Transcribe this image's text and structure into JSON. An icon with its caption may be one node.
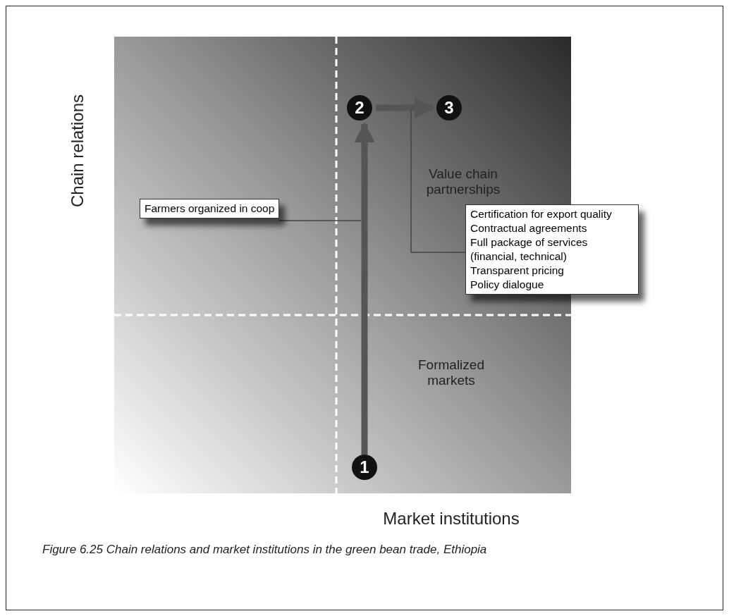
{
  "diagram": {
    "caption": "Figure 6.25  Chain relations and market institutions in the green bean trade, Ethiopia",
    "nodes": [
      {
        "text": [
          "1"
        ]
      },
      {
        "text": [
          "2"
        ]
      },
      {
        "text": [
          "3"
        ]
      },
      {
        "text": [
          "Farmers organized in coop"
        ]
      },
      {
        "text": [
          "Certification for export quality",
          "Contractual agreements",
          "Full package of services (financial, technical)",
          "Transparent pricing",
          "Policy dialogue"
        ]
      }
    ],
    "edges": [
      {
        "from": 0,
        "to": 1,
        "arrow": "to",
        "style": "thick"
      },
      {
        "from": 1,
        "to": 2,
        "arrow": "to",
        "style": "thick"
      },
      {
        "from": 3,
        "to": null,
        "arrow": "none"
      },
      {
        "from": 4,
        "to": null,
        "arrow": "none"
      }
    ],
    "labels": [
      "Chain relations",
      "Value chain partnerships",
      "Formalized markets",
      "Market institutions"
    ]
  }
}
